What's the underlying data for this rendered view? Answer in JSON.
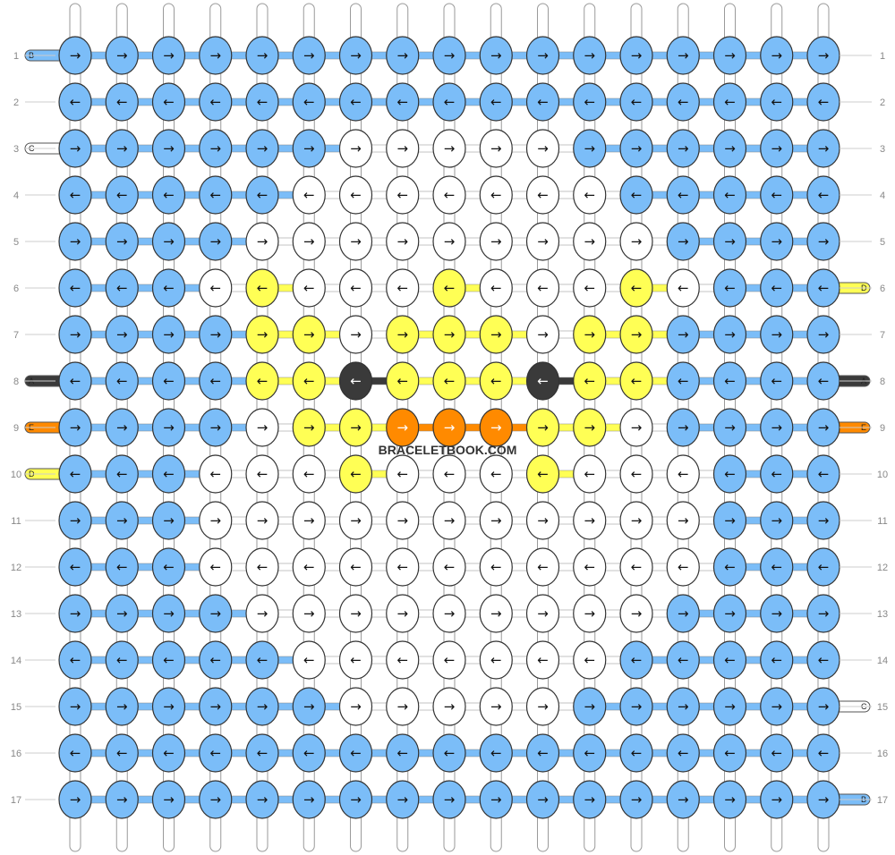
{
  "pattern": {
    "columns": 17,
    "rows_count": 17,
    "colors": {
      "B": "#7bbdf8",
      "C": "#ffffff",
      "A": "#3a3a3a",
      "E": "#ff8a00",
      "D": "#ffff55"
    },
    "left_row_numbers": [
      "1",
      "2",
      "3",
      "4",
      "5",
      "6",
      "7",
      "8",
      "9",
      "10",
      "11",
      "12",
      "13",
      "14",
      "15",
      "16",
      "17"
    ],
    "right_row_numbers": [
      "1",
      "2",
      "3",
      "4",
      "5",
      "6",
      "7",
      "8",
      "9",
      "10",
      "11",
      "12",
      "13",
      "14",
      "15",
      "16",
      "17"
    ],
    "left_strands": [
      {
        "row": 1,
        "label": "B",
        "color": "B"
      },
      {
        "row": 3,
        "label": "C",
        "color": "C"
      },
      {
        "row": 8,
        "label": "A",
        "color": "A"
      },
      {
        "row": 9,
        "label": "E",
        "color": "E"
      },
      {
        "row": 10,
        "label": "D",
        "color": "D"
      }
    ],
    "right_strands": [
      {
        "row": 6,
        "label": "D",
        "color": "D"
      },
      {
        "row": 8,
        "label": "A",
        "color": "A"
      },
      {
        "row": 9,
        "label": "E",
        "color": "E"
      },
      {
        "row": 15,
        "label": "C",
        "color": "C"
      },
      {
        "row": 17,
        "label": "B",
        "color": "B"
      }
    ],
    "rows": [
      {
        "dir": "right",
        "knots": "BBBBBBBBBBBBBBBBB"
      },
      {
        "dir": "left",
        "knots": "BBBBBBBBBBBBBBBBB"
      },
      {
        "dir": "right",
        "knots": "BBBBBBCCCCCBBBBBB"
      },
      {
        "dir": "left",
        "knots": "BBBBBCCCCCCCBBBBB"
      },
      {
        "dir": "right",
        "knots": "BBBBCCCCCCCCCBBBB"
      },
      {
        "dir": "left",
        "knots": "BBBCDCCCDCCCDCBBB"
      },
      {
        "dir": "right",
        "knots": "BBBBDDCDDDCDDBBBB"
      },
      {
        "dir": "left",
        "knots": "BBBBDDADDDADDBBBB"
      },
      {
        "dir": "right",
        "knots": "BBBBCDDEEEDDCBBBB"
      },
      {
        "dir": "left",
        "knots": "BBBCCCDCCCDCCCBBB"
      },
      {
        "dir": "right",
        "knots": "BBBCCCCCCCCCCCBBB"
      },
      {
        "dir": "left",
        "knots": "BBBCCCCCCCCCCCBBB"
      },
      {
        "dir": "right",
        "knots": "BBBBCCCCCCCCCBBBB"
      },
      {
        "dir": "left",
        "knots": "BBBBBCCCCCCCBBBBB"
      },
      {
        "dir": "right",
        "knots": "BBBBBBCCCCCBBBBBB"
      },
      {
        "dir": "left",
        "knots": "BBBBBBBBBBBBBBBBB"
      },
      {
        "dir": "right",
        "knots": "BBBBBBBBBBBBBBBBB"
      }
    ],
    "watermark": "BRACELETBOOK.COM"
  }
}
